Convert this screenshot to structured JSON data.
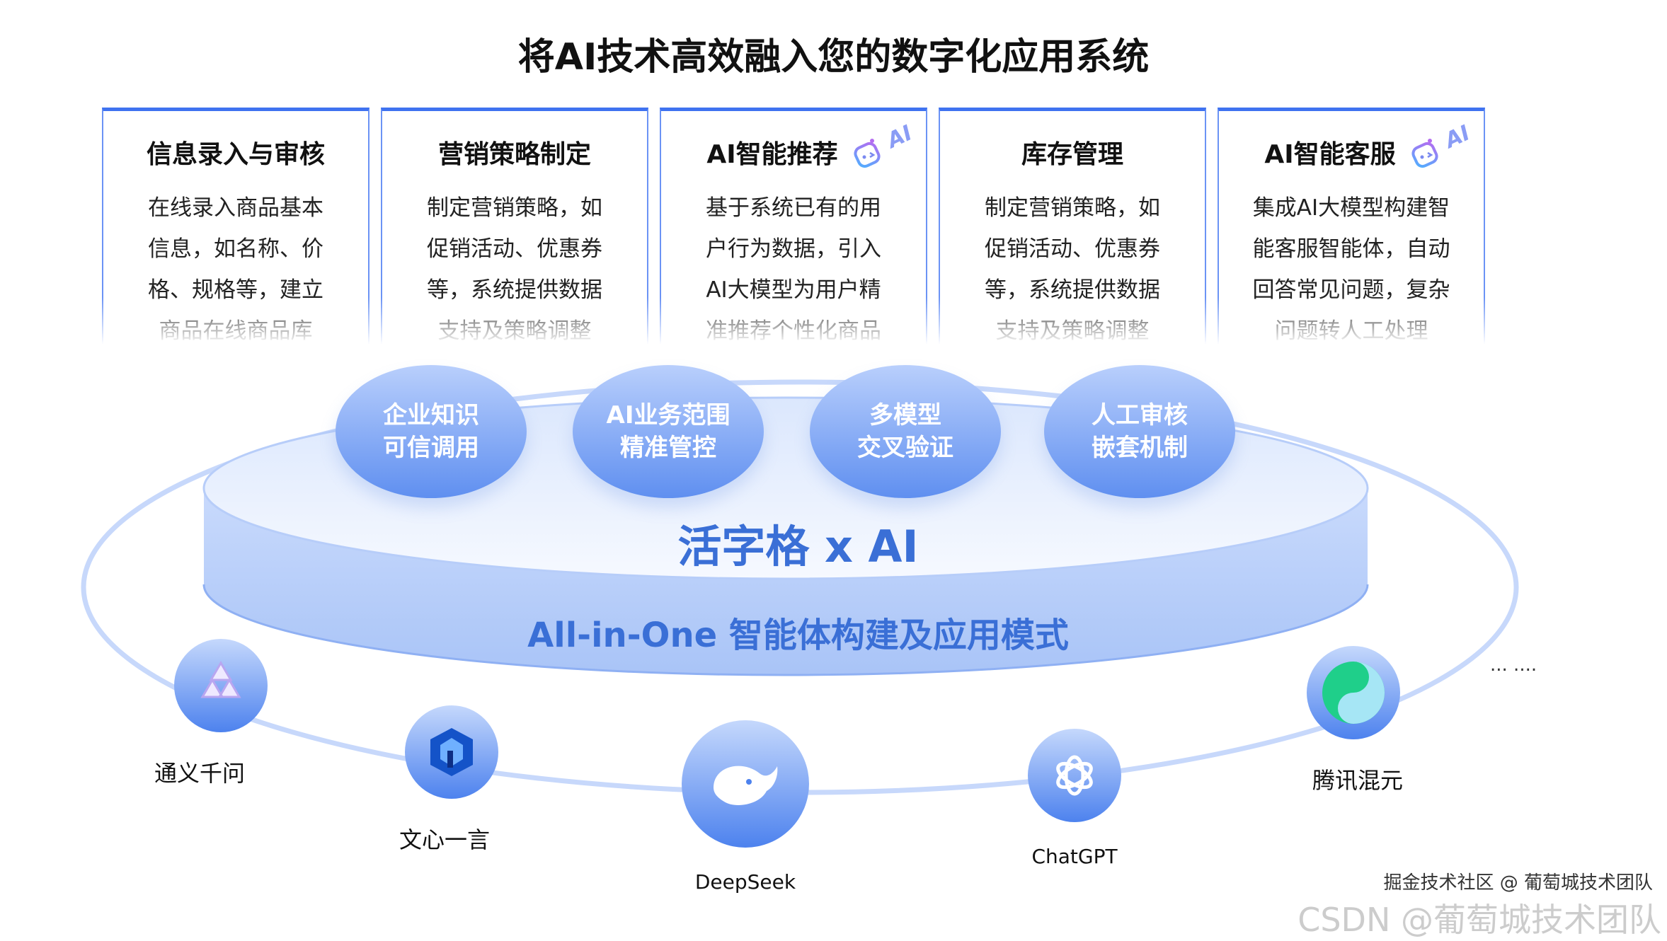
{
  "title": "将AI技术高效融入您的数字化应用系统",
  "cards": [
    {
      "title": "信息录入与审核",
      "lines": [
        "在线录入商品基本",
        "信息，如名称、价",
        "格、规格等，建立",
        "商品在线商品库"
      ],
      "ai_badge": false
    },
    {
      "title": "营销策略制定",
      "lines": [
        "制定营销策略，如",
        "促销活动、优惠券",
        "等，系统提供数据",
        "支持及策略调整"
      ],
      "ai_badge": false
    },
    {
      "title": "AI智能推荐",
      "lines": [
        "基于系统已有的用",
        "户行为数据，引入",
        "AI大模型为用户精",
        "准推荐个性化商品"
      ],
      "ai_badge": true,
      "badge_text": "AI"
    },
    {
      "title": "库存管理",
      "lines": [
        "制定营销策略，如",
        "促销活动、优惠券",
        "等，系统提供数据",
        "支持及策略调整"
      ],
      "ai_badge": false
    },
    {
      "title": "AI智能客服",
      "lines": [
        "集成AI大模型构建智",
        "能客服智能体，自动",
        "回答常见问题，复杂",
        "问题转人工处理"
      ],
      "ai_badge": true,
      "badge_text": "AI"
    }
  ],
  "bubbles": [
    {
      "line1": "企业知识",
      "line2": "可信调用"
    },
    {
      "line1": "AI业务范围",
      "line2": "精准管控"
    },
    {
      "line1": "多模型",
      "line2": "交叉验证"
    },
    {
      "line1": "人工审核",
      "line2": "嵌套机制"
    }
  ],
  "platform": {
    "title": "活字格 x AI",
    "subtitle": "All-in-One 智能体构建及应用模式"
  },
  "models": [
    {
      "name": "通义千问",
      "icon": "tongyi-icon"
    },
    {
      "name": "文心一言",
      "icon": "wenxin-icon"
    },
    {
      "name": "DeepSeek",
      "icon": "deepseek-whale-icon"
    },
    {
      "name": "ChatGPT",
      "icon": "openai-icon"
    },
    {
      "name": "腾讯混元",
      "icon": "hunyuan-icon"
    }
  ],
  "more": "... ....",
  "watermark": "CSDN @葡萄城技术团队",
  "watermark2": "掘金技术社区 @ 葡萄城技术团队",
  "colors": {
    "accent": "#3f72f0",
    "platform_text": "#3a6fd6"
  }
}
